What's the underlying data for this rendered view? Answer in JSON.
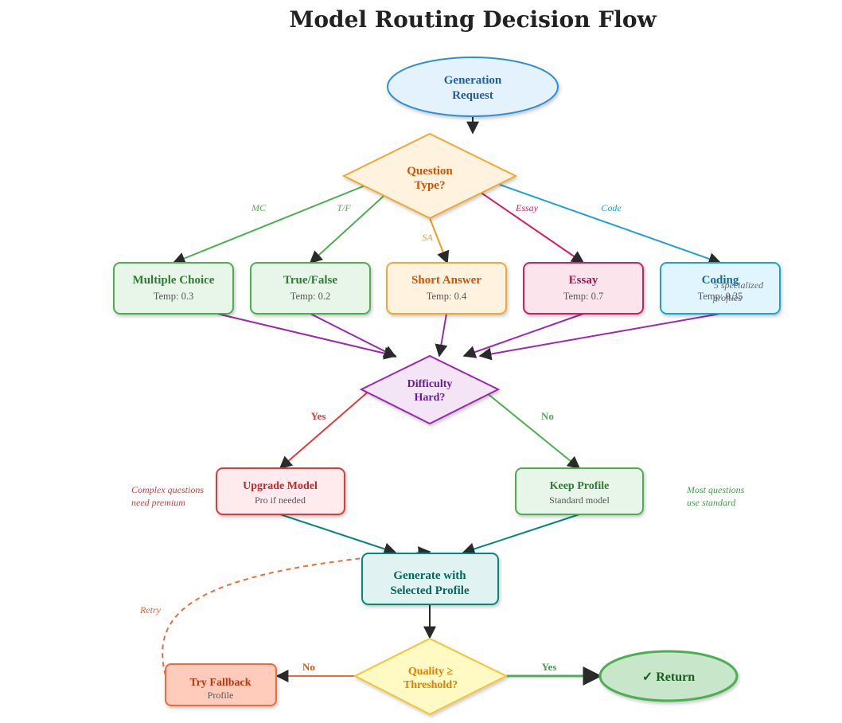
{
  "title": "Model Routing Decision Flow",
  "nodes": {
    "start": {
      "line1": "Generation",
      "line2": "Request"
    },
    "question_type": {
      "line1": "Question",
      "line2": "Type?"
    },
    "mc": {
      "title": "Multiple Choice",
      "sub": "Temp: 0.3"
    },
    "tf": {
      "title": "True/False",
      "sub": "Temp: 0.2"
    },
    "sa": {
      "title": "Short Answer",
      "sub": "Temp: 0.4"
    },
    "essay": {
      "title": "Essay",
      "sub": "Temp: 0.7"
    },
    "coding": {
      "title": "Coding",
      "sub": "Temp: 0.35"
    },
    "difficulty": {
      "line1": "Difficulty",
      "line2": "Hard?"
    },
    "upgrade": {
      "title": "Upgrade Model",
      "sub": "Pro if needed"
    },
    "keep": {
      "title": "Keep Profile",
      "sub": "Standard model"
    },
    "generate": {
      "line1": "Generate with",
      "line2": "Selected Profile"
    },
    "quality": {
      "line1": "Quality ≥",
      "line2": "Threshold?"
    },
    "fallback": {
      "title": "Try Fallback",
      "sub": "Profile"
    },
    "return": {
      "label": "✓ Return"
    }
  },
  "edge_labels": {
    "mc": "MC",
    "tf": "T/F",
    "sa": "SA",
    "essay": "Essay",
    "code": "Code",
    "yes_hard": "Yes",
    "no_hard": "No",
    "quality_no": "No",
    "quality_yes": "Yes",
    "retry": "Retry"
  },
  "notes": {
    "specialized_1": "5 specialized",
    "specialized_2": "profiles",
    "complex_1": "Complex questions",
    "complex_2": "need premium",
    "most_1": "Most questions",
    "most_2": "use standard"
  },
  "colors": {
    "green": "#4caf50",
    "orange": "#f39c12",
    "pink": "#d81b60",
    "blue": "#1ea1d8",
    "purple": "#9c27b0",
    "red": "#e53935",
    "teal": "#00897b",
    "gold": "#f6c431",
    "fallback": "#f06a3a"
  }
}
